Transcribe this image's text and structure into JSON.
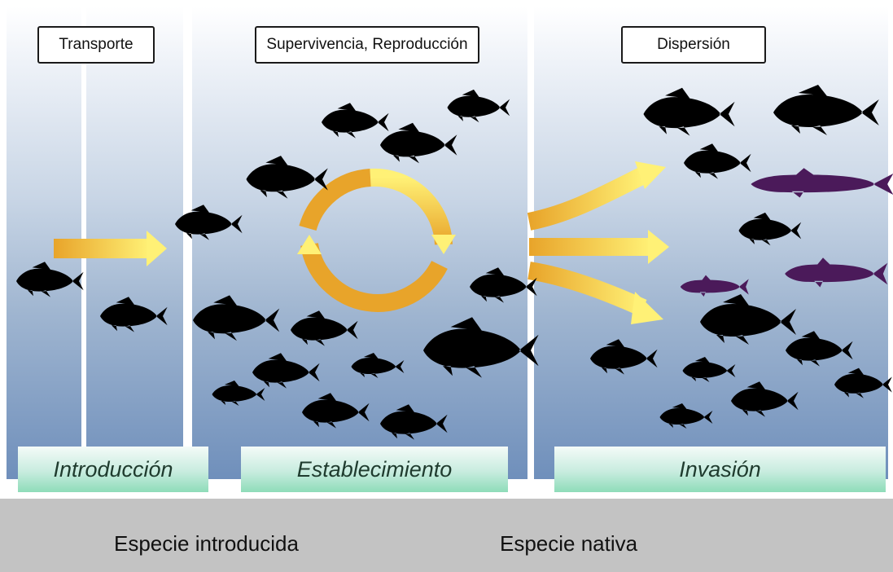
{
  "header_labels": {
    "transport": "Transporte",
    "survival": "Supervivencia, Reproducción",
    "dispersal": "Dispersión"
  },
  "stages": {
    "introduction": "Introducción",
    "establishment": "Establecimiento",
    "invasion": "Invasión"
  },
  "legend": {
    "introduced": "Especie introducida",
    "native": "Especie nativa"
  },
  "colors": {
    "introduced_fish": "#000000",
    "native_fish": "#4b1a5a",
    "arrow_light": "#fff176",
    "arrow_dark": "#e8a42a",
    "stage_bar": "#8edcb9",
    "legend_bg": "#c3c3c3"
  },
  "icons": {
    "introduced": "carp-silhouette-icon",
    "native": "slender-fish-silhouette-icon"
  }
}
